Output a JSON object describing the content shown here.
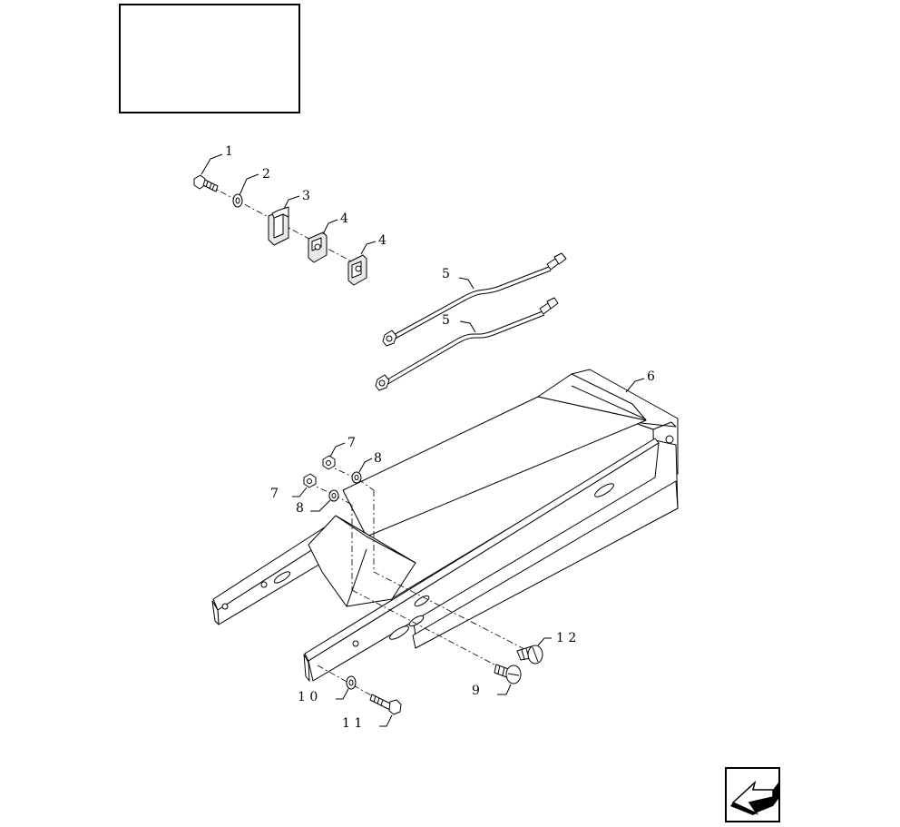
{
  "callouts": {
    "c1": "1",
    "c2": "2",
    "c3": "3",
    "c4a": "4",
    "c4b": "4",
    "c5a": "5",
    "c5b": "5",
    "c6": "6",
    "c7a": "7",
    "c7b": "7",
    "c8a": "8",
    "c8b": "8",
    "c9": "9",
    "c10": "1 0",
    "c11": "1 1",
    "c12": "1 2"
  },
  "nav": {
    "prev_icon": "back-arrow-icon"
  }
}
